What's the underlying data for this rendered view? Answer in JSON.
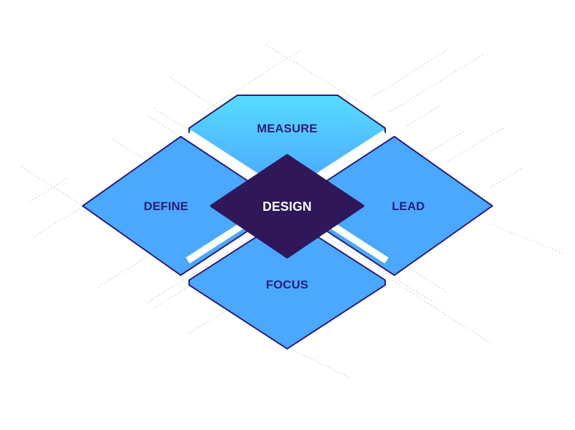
{
  "diagram": {
    "nodes": {
      "center": "DESIGN",
      "top": "MEASURE",
      "left": "DEFINE",
      "right": "LEAD",
      "bottom": "FOCUS"
    }
  },
  "colors": {
    "background": "#ffffff",
    "outer_fill": "#4aa8ff",
    "top_gradient_start": "#56dcff",
    "top_gradient_end": "#4aa0ff",
    "outline": "#2a1c78",
    "center_fill": "#2f1759",
    "label_text": "#2a1c78",
    "center_text": "#ffffff",
    "guide_lines": "#c8c8c8"
  }
}
